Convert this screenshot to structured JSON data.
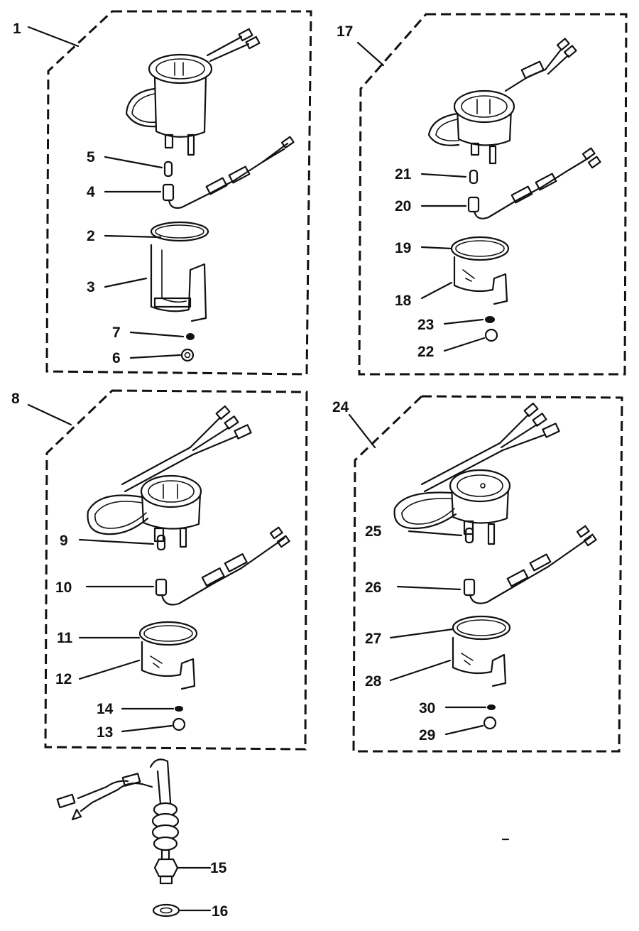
{
  "groups": [
    {
      "id": "1",
      "parts": [
        {
          "num": "5",
          "part": "bulb"
        },
        {
          "num": "4",
          "part": "socket-wire"
        },
        {
          "num": "2",
          "part": "ring"
        },
        {
          "num": "3",
          "part": "bracket"
        },
        {
          "num": "7",
          "part": "washer"
        },
        {
          "num": "6",
          "part": "nut"
        }
      ]
    },
    {
      "id": "17",
      "parts": [
        {
          "num": "21",
          "part": "bulb"
        },
        {
          "num": "20",
          "part": "socket-wire"
        },
        {
          "num": "19",
          "part": "ring"
        },
        {
          "num": "18",
          "part": "bracket"
        },
        {
          "num": "23",
          "part": "washer"
        },
        {
          "num": "22",
          "part": "nut"
        }
      ]
    },
    {
      "id": "8",
      "parts": [
        {
          "num": "9",
          "part": "bulb"
        },
        {
          "num": "10",
          "part": "socket-wire"
        },
        {
          "num": "11",
          "part": "ring"
        },
        {
          "num": "12",
          "part": "bracket"
        },
        {
          "num": "14",
          "part": "washer"
        },
        {
          "num": "13",
          "part": "nut"
        }
      ]
    },
    {
      "id": "24",
      "parts": [
        {
          "num": "25",
          "part": "bulb"
        },
        {
          "num": "26",
          "part": "socket-wire"
        },
        {
          "num": "27",
          "part": "ring"
        },
        {
          "num": "28",
          "part": "bracket"
        },
        {
          "num": "30",
          "part": "washer"
        },
        {
          "num": "29",
          "part": "nut"
        }
      ]
    }
  ],
  "sender": [
    {
      "num": "15",
      "part": "sender-unit"
    },
    {
      "num": "16",
      "part": "gasket"
    }
  ]
}
